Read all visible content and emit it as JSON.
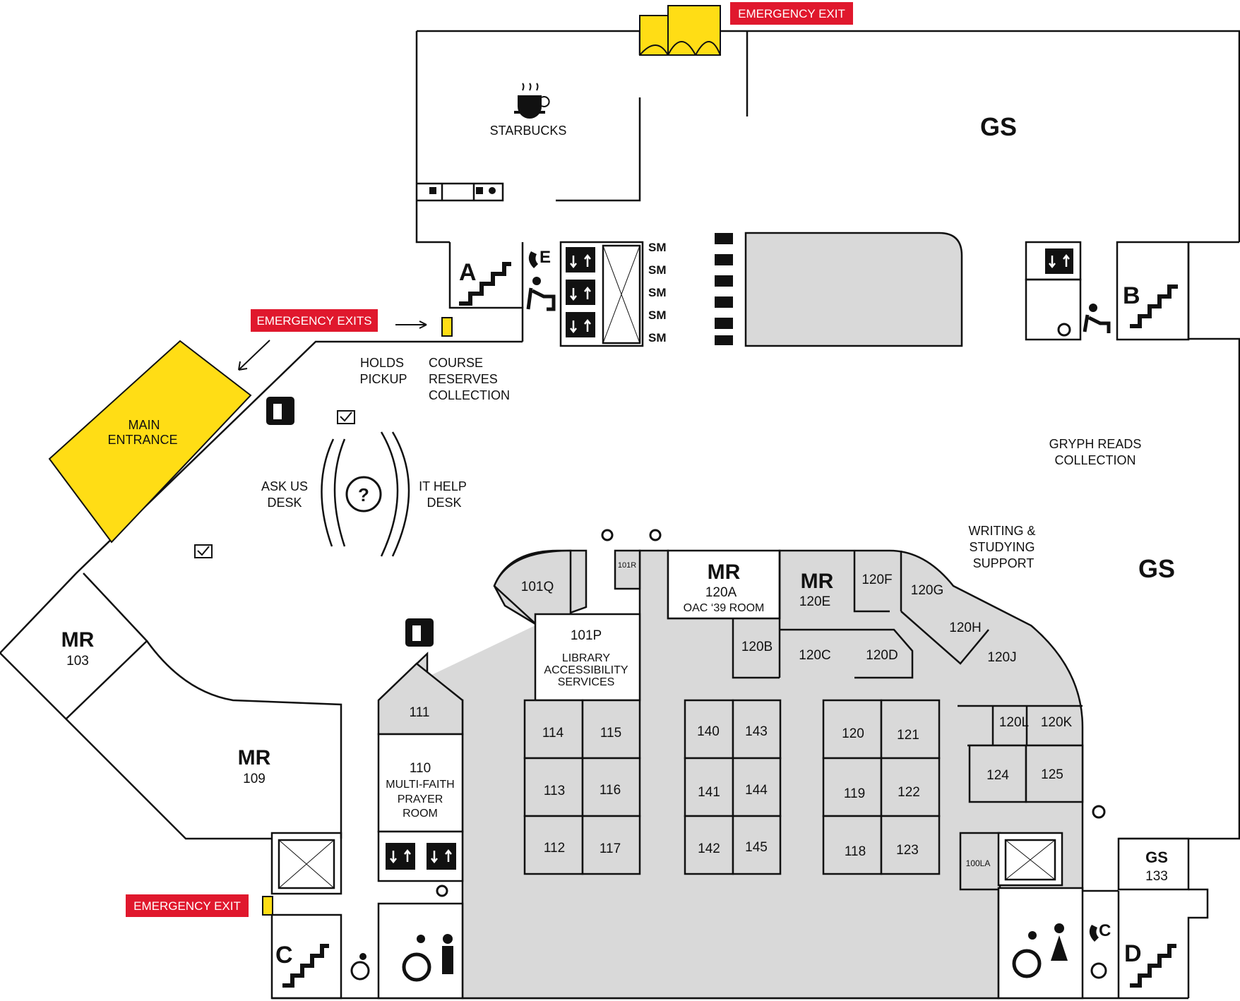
{
  "title": "Library Main Floor Map",
  "colors": {
    "exit": "#e0182d",
    "entrance": "#ffdd15",
    "room_grey": "#d9d9d9"
  },
  "exits": {
    "top": "EMERGENCY EXIT",
    "left": "EMERGENCY EXITS",
    "bottom": "EMERGENCY EXIT"
  },
  "labels": {
    "starbucks": "STARBUCKS",
    "gs_top": "GS",
    "gs_right": "GS",
    "gs_133_a": "GS",
    "gs_133_b": "133",
    "main_entrance_1": "MAIN",
    "main_entrance_2": "ENTRANCE",
    "holds_1": "HOLDS",
    "holds_2": "PICKUP",
    "course_1": "COURSE",
    "course_2": "RESERVES",
    "course_3": "COLLECTION",
    "ask_1": "ASK US",
    "ask_2": "DESK",
    "it_1": "IT HELP",
    "it_2": "DESK",
    "gryph_1": "GRYPH READS",
    "gryph_2": "COLLECTION",
    "writing_1": "WRITING &",
    "writing_2": "STUDYING",
    "writing_3": "SUPPORT",
    "sm": "SM",
    "stair_a": "A",
    "stair_b": "B",
    "stair_c": "C",
    "stair_d": "D",
    "phone_e": "E",
    "phone_c": "C"
  },
  "mr_rooms": {
    "mr103_a": "MR",
    "mr103_b": "103",
    "mr109_a": "MR",
    "mr109_b": "109",
    "mr120a_a": "MR",
    "mr120a_b": "120A",
    "mr120a_c": "OAC ‘39 ROOM",
    "mr120e_a": "MR",
    "mr120e_b": "120E"
  },
  "rooms": {
    "r101q": "101Q",
    "r101r": "101R",
    "r101p": "101P",
    "r101p_1": "LIBRARY",
    "r101p_2": "ACCESSIBILITY",
    "r101p_3": "SERVICES",
    "r111": "111",
    "r110": "110",
    "r110_1": "MULTI-FAITH",
    "r110_2": "PRAYER",
    "r110_3": "ROOM",
    "r114": "114",
    "r115": "115",
    "r113": "113",
    "r116": "116",
    "r112": "112",
    "r117": "117",
    "r140": "140",
    "r143": "143",
    "r141": "141",
    "r144": "144",
    "r142": "142",
    "r145": "145",
    "r120": "120",
    "r121": "121",
    "r119": "119",
    "r122": "122",
    "r118": "118",
    "r123": "123",
    "r120b": "120B",
    "r120c": "120C",
    "r120d": "120D",
    "r120f": "120F",
    "r120g": "120G",
    "r120h": "120H",
    "r120j": "120J",
    "r120l": "120L",
    "r120k": "120K",
    "r124": "124",
    "r125": "125",
    "r100la": "100LA"
  },
  "icons": [
    "coffee-icon",
    "stairs-icon",
    "elevator-icon",
    "phone-icon",
    "water-fountain-icon",
    "washroom-icon",
    "accessible-icon",
    "info-icon",
    "help-icon",
    "checkout-icon",
    "freight-elevator-icon",
    "printer-icon"
  ]
}
